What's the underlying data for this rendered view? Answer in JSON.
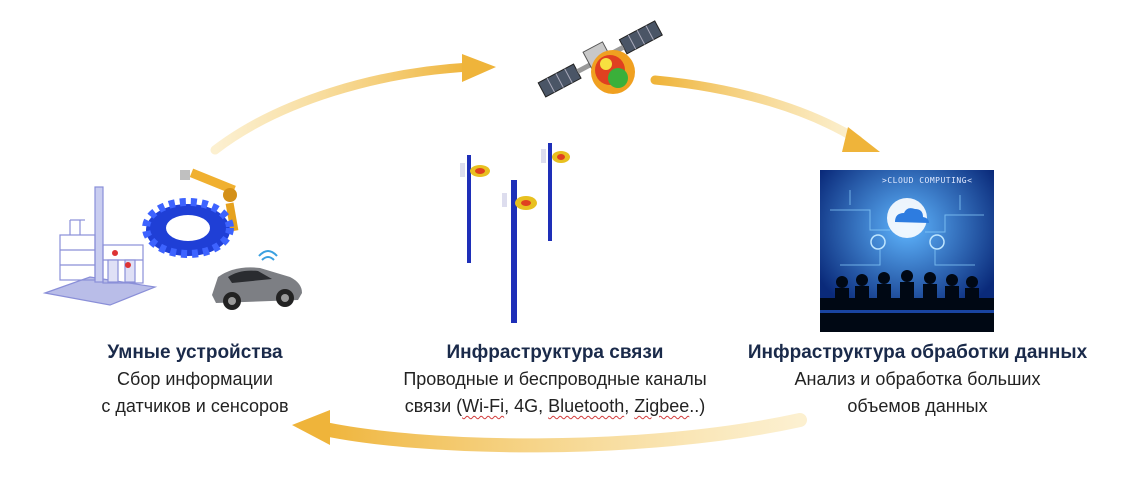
{
  "blocks": [
    {
      "title": "Умные устройства",
      "lines": [
        "Сбор информации",
        "с датчиков и сенсоров"
      ]
    },
    {
      "title": "Инфраструктура связи",
      "line1": "Проводные и беспроводные каналы",
      "line2_prefix": "связи (",
      "line2_items": [
        "Wi-Fi",
        ", 4G, ",
        "Bluetooth",
        ", ",
        "Zigbee",
        "..)"
      ]
    },
    {
      "title": "Инфраструктура обработки данных",
      "lines": [
        "Анализ и обработка больших",
        "объемов данных"
      ]
    }
  ],
  "cloud_banner": ">CLOUD COMPUTING<",
  "colors": {
    "arrow": "#efb43a",
    "title": "#1a2a4a",
    "cloud_bg": "#0a2a7a",
    "mast": "#1e2fb8"
  }
}
